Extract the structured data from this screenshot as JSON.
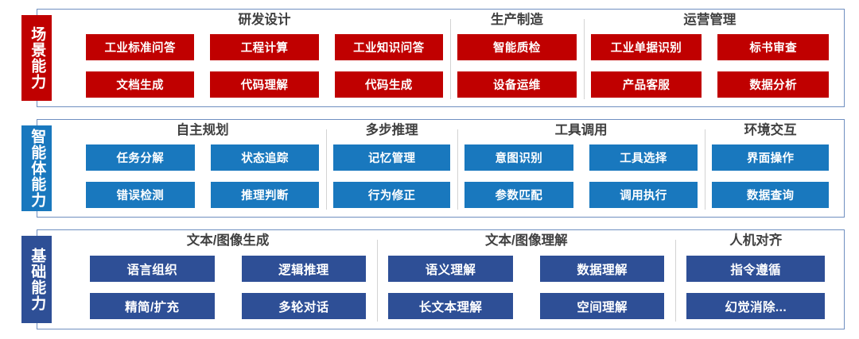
{
  "colors": {
    "scene_red": "#C00000",
    "agent_blue": "#1978BE",
    "foundation_blue": "#2E4F96",
    "frame_border": "#6f8fc0",
    "divider": "#d3d3d3",
    "title_text": "#404040"
  },
  "tiers": [
    {
      "side_label": "场景能力",
      "accent": "#C00000",
      "groups": [
        {
          "title": "研发设计",
          "rows": [
            [
              "工业标准问答",
              "工程计算",
              "工业知识问答"
            ],
            [
              "文档生成",
              "代码理解",
              "代码生成"
            ]
          ]
        },
        {
          "title": "生产制造",
          "rows": [
            [
              "智能质检"
            ],
            [
              "设备运维"
            ]
          ]
        },
        {
          "title": "运营管理",
          "rows": [
            [
              "工业单据识别",
              "标书审查"
            ],
            [
              "产品客服",
              "数据分析"
            ]
          ]
        }
      ]
    },
    {
      "side_label": "智能体能力",
      "accent": "#1978BE",
      "groups": [
        {
          "title": "自主规划",
          "rows": [
            [
              "任务分解",
              "状态追踪"
            ],
            [
              "错误检测",
              "推理判断"
            ]
          ]
        },
        {
          "title": "多步推理",
          "rows": [
            [
              "记忆管理"
            ],
            [
              "行为修正"
            ]
          ]
        },
        {
          "title": "工具调用",
          "rows": [
            [
              "意图识别",
              "工具选择"
            ],
            [
              "参数匹配",
              "调用执行"
            ]
          ]
        },
        {
          "title": "环境交互",
          "rows": [
            [
              "界面操作"
            ],
            [
              "数据查询"
            ]
          ]
        }
      ]
    },
    {
      "side_label": "基础能力",
      "accent": "#2E4F96",
      "groups": [
        {
          "title": "文本/图像生成",
          "rows": [
            [
              "语言组织",
              "逻辑推理"
            ],
            [
              "精简/扩充",
              "多轮对话"
            ]
          ]
        },
        {
          "title": "文本/图像理解",
          "rows": [
            [
              "语义理解",
              "数据理解"
            ],
            [
              "长文本理解",
              "空间理解"
            ]
          ]
        },
        {
          "title": "人机对齐",
          "rows": [
            [
              "指令遵循"
            ],
            [
              "幻觉消除..."
            ]
          ]
        }
      ]
    }
  ]
}
